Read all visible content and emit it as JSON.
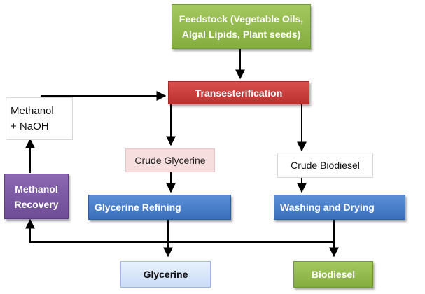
{
  "nodes": {
    "feedstock": {
      "line1": "Feedstock (Vegetable Oils,",
      "line2": "Algal Lipids, Plant seeds)"
    },
    "transesterification": "Transesterification",
    "methanol_naoh": {
      "line1": "Methanol",
      "line2": "+ NaOH"
    },
    "crude_glycerine": "Crude Glycerine",
    "crude_biodiesel": "Crude Biodiesel",
    "methanol_recovery": {
      "line1": "Methanol",
      "line2": "Recovery"
    },
    "glycerine_refining": "Glycerine Refining",
    "washing_drying": "Washing and Drying",
    "glycerine": "Glycerine",
    "biodiesel": "Biodiesel"
  },
  "colors": {
    "green": "#84ad3f",
    "red": "#c0392b",
    "blue": "#3b6fbb",
    "purple": "#6e4c96",
    "pink": "#f6dede",
    "lightblue": "#c9dcf6",
    "arrow": "#000000"
  }
}
